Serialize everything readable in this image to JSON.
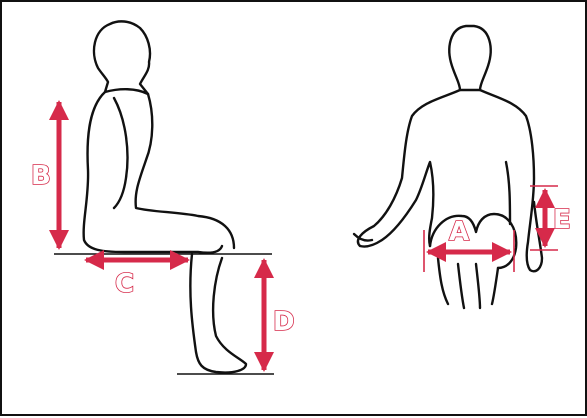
{
  "colors": {
    "accent": "#d62a4a",
    "outline": "#111111",
    "background": "#ffffff"
  },
  "labels": {
    "a": "A",
    "b": "B",
    "c": "C",
    "d": "D",
    "e": "E"
  }
}
